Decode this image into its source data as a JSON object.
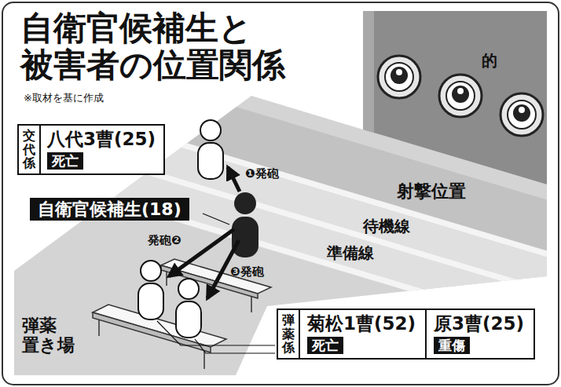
{
  "diagram": {
    "title": "自衛官候補生と 被害者の位置関係",
    "nodes": [
      {
        "text": [
          "交代係",
          "八代3曹(25)"
        ]
      },
      {
        "text": [
          "死亡"
        ],
        "in": 0
      },
      {
        "text": [
          "自衛官候補生(18)"
        ]
      },
      {
        "text": [
          "弾薬係"
        ]
      },
      {
        "text": [
          "菊松1曹(52)"
        ],
        "in": 3
      },
      {
        "text": [
          "死亡"
        ],
        "in": 4
      },
      {
        "text": [
          "原3曹(25)"
        ],
        "in": 3
      },
      {
        "text": [
          "重傷"
        ],
        "in": 6
      }
    ],
    "labels": [
      "※取材を基に作成",
      "的",
      "射撃位置",
      "待機線",
      "準備線",
      "❶発砲",
      "発砲❷",
      "❸発砲",
      "弾薬 置き場"
    ]
  }
}
